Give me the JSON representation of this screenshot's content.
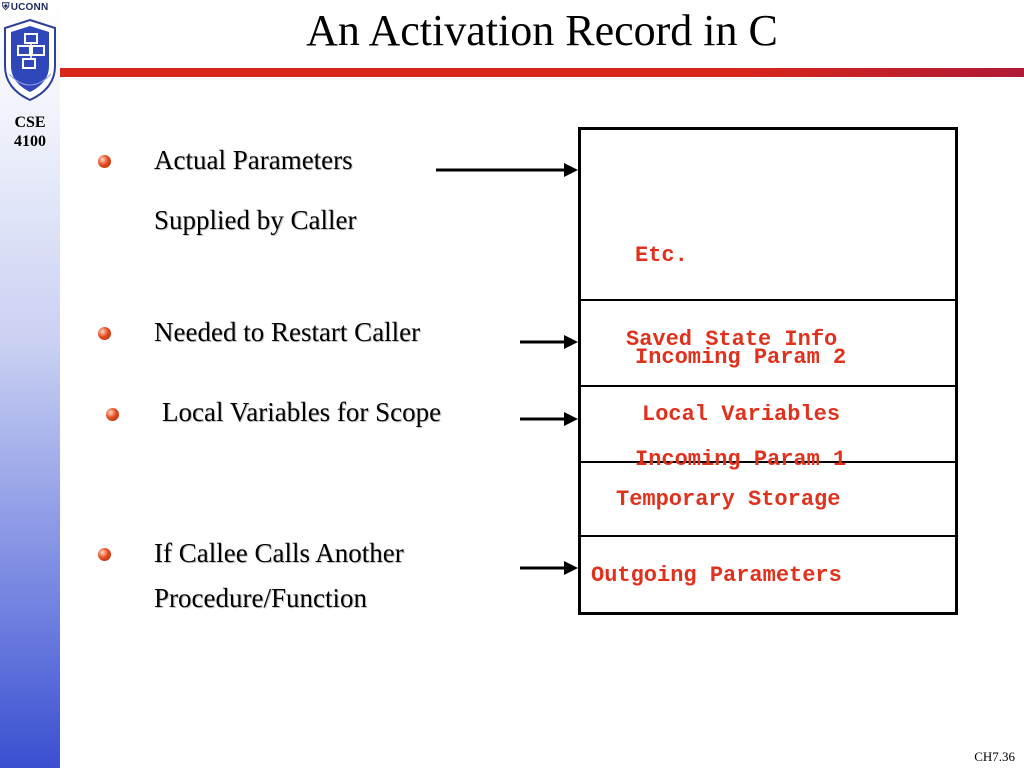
{
  "sidebar": {
    "university": "UCONN",
    "course_line1": "CSE",
    "course_line2": "4100"
  },
  "slide": {
    "title": "An Activation Record in C",
    "footer": "CH7.36"
  },
  "bullets": [
    {
      "line1": "Actual Parameters",
      "line2": "Supplied by Caller"
    },
    {
      "line1": "Needed to Restart Caller"
    },
    {
      "line1": "Local Variables for Scope"
    },
    {
      "line1": "If Callee Calls Another",
      "line2": "Procedure/Function"
    }
  ],
  "record": {
    "incoming": [
      "Etc.",
      "Incoming Param 2",
      "Incoming Param 1"
    ],
    "saved_state": "Saved State Info",
    "locals": "Local Variables",
    "temporary": "Temporary Storage",
    "outgoing": "Outgoing Parameters"
  },
  "colors": {
    "accent_red": "#d8261a",
    "record_text": "#e0311c",
    "sidebar_blue": "#3a4fd0"
  }
}
